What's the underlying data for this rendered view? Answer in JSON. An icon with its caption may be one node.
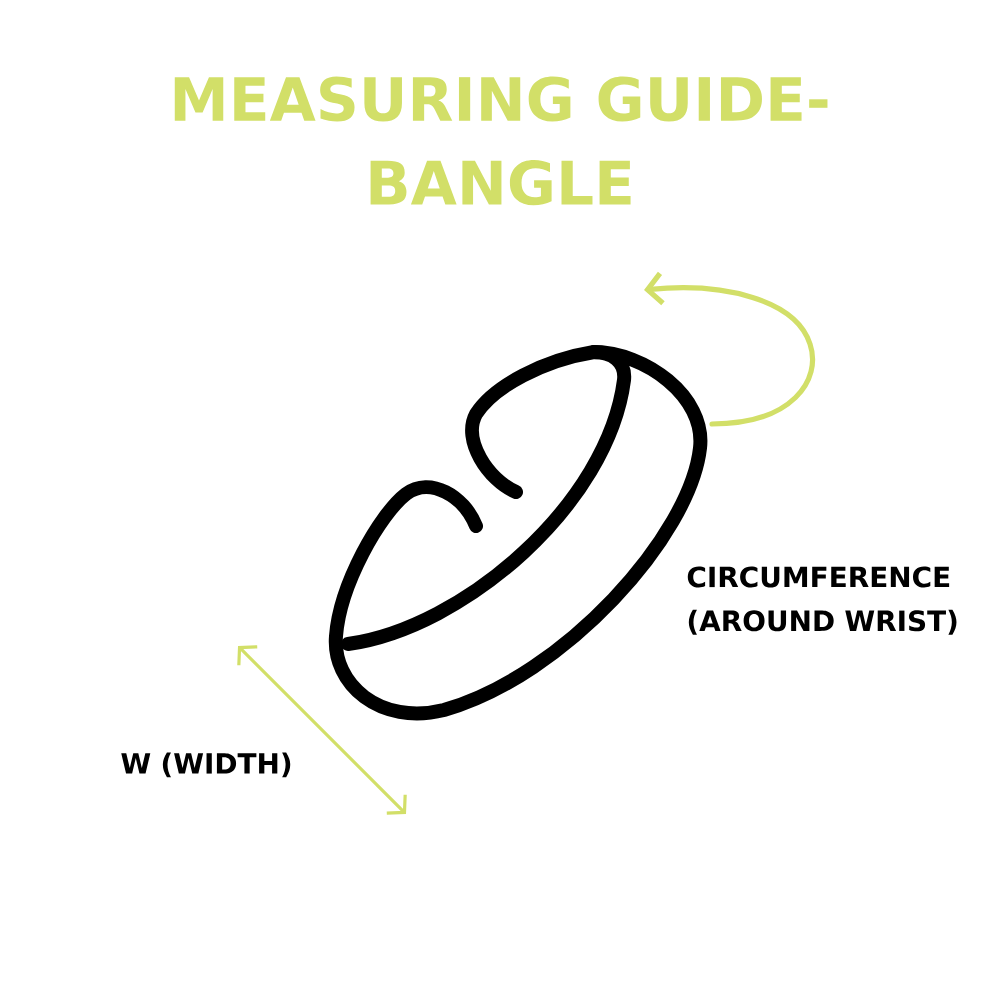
{
  "diagram": {
    "title": "MEASURING GUIDE- BANGLE",
    "labels": [
      "CIRCUMFERENCE (AROUND WRIST)",
      "W (WIDTH)"
    ]
  }
}
